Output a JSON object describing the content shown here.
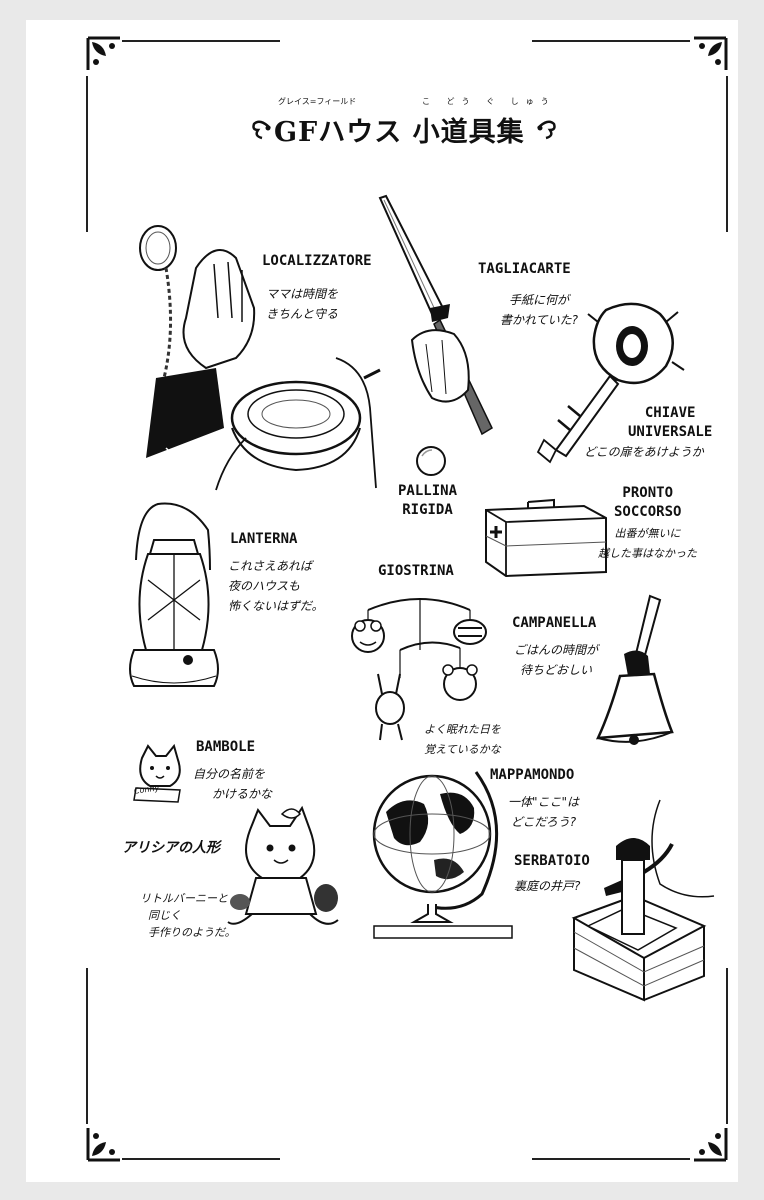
{
  "title": {
    "text": "GFハウス 小道具集",
    "ruby_gf": "グレイス=フィールド",
    "ruby_kodougu": "こ どう ぐ しゅう"
  },
  "items": {
    "localizzatore": {
      "label": "LOCALIZZATORE",
      "note": [
        "ママは時間を",
        "きちんと守る"
      ]
    },
    "tagliacarte": {
      "label": "TAGLIACARTE",
      "note": [
        "手紙に何が",
        "書かれていた?"
      ]
    },
    "chiave": {
      "label": [
        "CHIAVE",
        "UNIVERSALE"
      ],
      "note": [
        "どこの扉をあけようか"
      ]
    },
    "pallina": {
      "label": [
        "PALLINA",
        "RIGIDA"
      ]
    },
    "pronto": {
      "label": [
        "PRONTO",
        "SOCCORSO"
      ],
      "note": [
        "出番が無いに",
        "越した事はなかった"
      ]
    },
    "lanterna": {
      "label": "LANTERNA",
      "note": [
        "これさえあれば",
        "夜のハウスも",
        "怖くないはずだ。"
      ]
    },
    "giostrina": {
      "label": "GIOSTRINA",
      "note": [
        "よく眠れた日を",
        "覚えているかな"
      ]
    },
    "campanella": {
      "label": "CAMPANELLA",
      "note": [
        "ごはんの時間が",
        "待ちどおしい"
      ]
    },
    "bambole": {
      "label": "BAMBOLE",
      "note": [
        "自分の名前を",
        "かけるかな"
      ],
      "tag": "Conny"
    },
    "alicia": {
      "note_title": "アリシアの人形",
      "note": [
        "リトルバーニーと",
        "同じく",
        "手作りのようだ。"
      ]
    },
    "mappamondo": {
      "label": "MAPPAMONDO",
      "note": [
        "一体\"ここ\"は",
        "どこだろう?"
      ]
    },
    "serbatoio": {
      "label": "SERBATOIO",
      "note": [
        "裏庭の井戸?"
      ]
    }
  }
}
